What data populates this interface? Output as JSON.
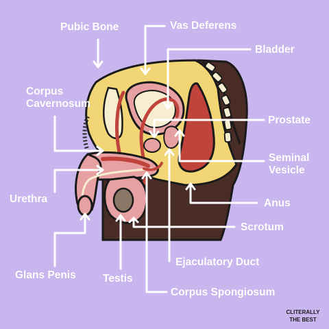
{
  "colors": {
    "background": "#c9b6ef",
    "body_outline": "#1a1a1a",
    "skin": "#f2d676",
    "dark_tissue": "#4a2c26",
    "pink_tissue": "#e7a1a3",
    "deep_red": "#c0443b",
    "label_text": "#ffffff"
  },
  "labels": {
    "pubic_bone": "Pubic Bone",
    "vas_deferens": "Vas Deferens",
    "bladder": "Bladder",
    "corpus_cavernosum_line1": "Corpus",
    "corpus_cavernosum_line2": "Cavernosum",
    "prostate": "Prostate",
    "seminal_vesicle_line1": "Seminal",
    "seminal_vesicle_line2": "Vesicle",
    "urethra": "Urethra",
    "anus": "Anus",
    "scrotum": "Scrotum",
    "ejaculatory_duct": "Ejaculatory Duct",
    "glans_penis": "Glans Penis",
    "testis": "Testis",
    "corpus_spongiosum": "Corpus Spongiosum"
  },
  "logo": {
    "text_line1": "CLITERALLY",
    "text_line2": "THE BEST"
  }
}
